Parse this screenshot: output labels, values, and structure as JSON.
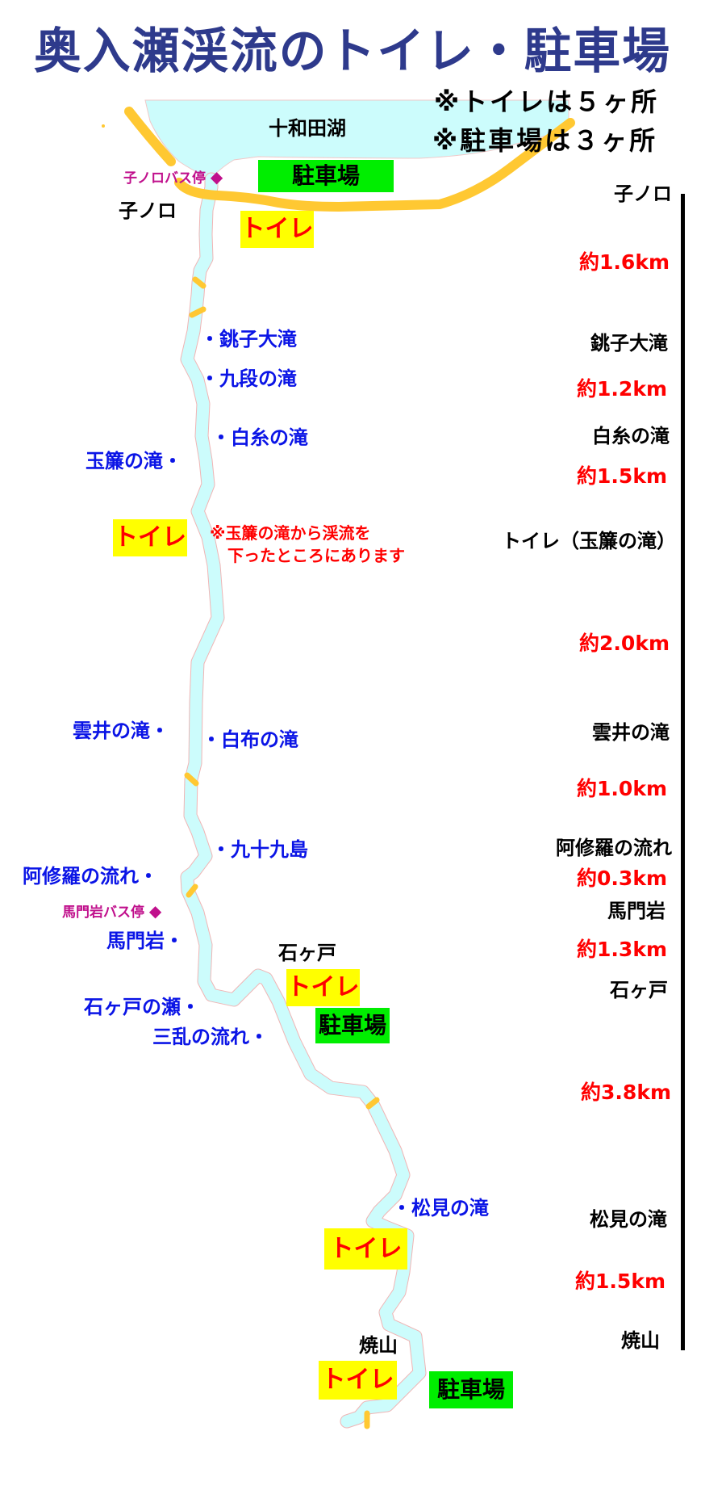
{
  "title": "奥入瀬渓流のトイレ・駐車場",
  "notes": {
    "toilets": "※トイレは５ヶ所",
    "parking": "※駐車場は３ヶ所"
  },
  "colors": {
    "title": "#2e3a8c",
    "river": "#ccfcfc",
    "road": "#ffc832",
    "toilet_bg": "#ffff00",
    "toilet_text": "#ff0000",
    "parking_bg": "#00ee00",
    "spot_text": "#0a14e6",
    "distance_text": "#ff0000",
    "bus_stop": "#c0108c"
  },
  "map": {
    "lake": "十和田湖",
    "place_labels": {
      "nenokuchi": "子ノロ",
      "ishigedo": "石ヶ戸",
      "yakeyama": "焼山"
    },
    "bus_stops": [
      {
        "label": "子ノロバス停",
        "icon": "diamond-icon"
      },
      {
        "label": "馬門岩バス停",
        "icon": "diamond-icon"
      }
    ],
    "toilet_label": "トイレ",
    "parking_label": "駐車場",
    "toilet_note_line1": "※玉簾の滝から渓流を",
    "toilet_note_line2": "下ったところにあります",
    "spots": {
      "choshi": "・銚子大滝",
      "kudan": "・九段の滝",
      "shiraito": "・白糸の滝",
      "tamasudare": "玉簾の滝・",
      "kumoi": "雲井の滝・",
      "shirafu": "・白布の滝",
      "tsukumo": "・九十九島",
      "ashura": "阿修羅の流れ・",
      "umakado": "馬門岩・",
      "ishigedo_se": "石ヶ戸の瀬・",
      "sanran": "三乱の流れ・",
      "matsumi": "・松見の滝"
    }
  },
  "route": {
    "stops": [
      "子ノロ",
      "銚子大滝",
      "白糸の滝",
      "トイレ（玉簾の滝）",
      "雲井の滝",
      "阿修羅の流れ",
      "馬門岩",
      "石ヶ戸",
      "松見の滝",
      "焼山"
    ],
    "distances": [
      "約1.6km",
      "約1.2km",
      "約1.5km",
      "約2.0km",
      "約1.0km",
      "約0.3km",
      "約1.3km",
      "約3.8km",
      "約1.5km"
    ]
  }
}
